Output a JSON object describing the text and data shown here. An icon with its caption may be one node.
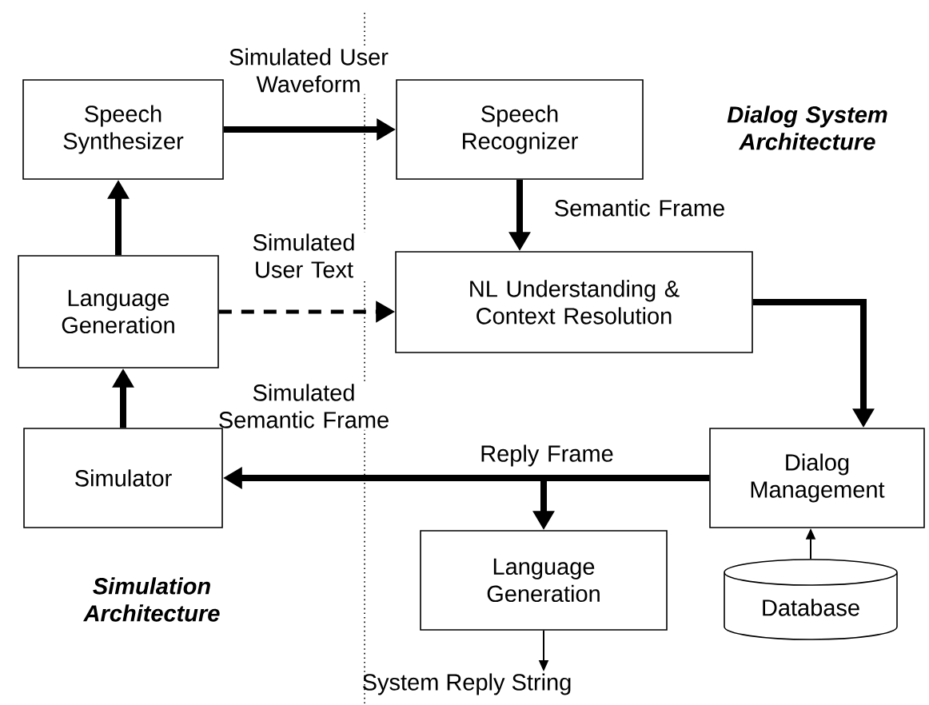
{
  "diagram": {
    "nodes": [
      {
        "text": [
          "Speech Synthesizer"
        ]
      },
      {
        "text": [
          "Speech Recognizer"
        ]
      },
      {
        "text": [
          "Language Generation"
        ]
      },
      {
        "text": [
          "NL Understanding & Context Resolution"
        ]
      },
      {
        "text": [
          "Dialog Management"
        ]
      },
      {
        "text": [
          "Simulator"
        ]
      },
      {
        "text": [
          "Language Generation"
        ]
      },
      {
        "text": [
          "Database"
        ]
      },
      {
        "text": [
          "System Reply String"
        ]
      }
    ],
    "edges": [
      {
        "from": 2,
        "to": 0,
        "arrow": "to"
      },
      {
        "from": 0,
        "to": 1,
        "arrow": "to",
        "label": "Simulated User Waveform"
      },
      {
        "from": 1,
        "to": 3,
        "arrow": "to",
        "label": "Semantic Frame"
      },
      {
        "from": 2,
        "to": 3,
        "arrow": "to",
        "style": "dashed",
        "label": "Simulated User Text"
      },
      {
        "from": 3,
        "to": 4,
        "arrow": "to"
      },
      {
        "from": 4,
        "to": 5,
        "arrow": "to",
        "label": "Reply Frame"
      },
      {
        "from": 4,
        "to": 6,
        "arrow": "to"
      },
      {
        "from": 5,
        "to": 2,
        "arrow": "to",
        "label": "Simulated Semantic Frame"
      },
      {
        "from": 7,
        "to": 4,
        "arrow": "to"
      },
      {
        "from": 6,
        "to": 8,
        "arrow": "to"
      }
    ],
    "labels": [
      "Dialog System Architecture",
      "Simulation Architecture"
    ]
  }
}
